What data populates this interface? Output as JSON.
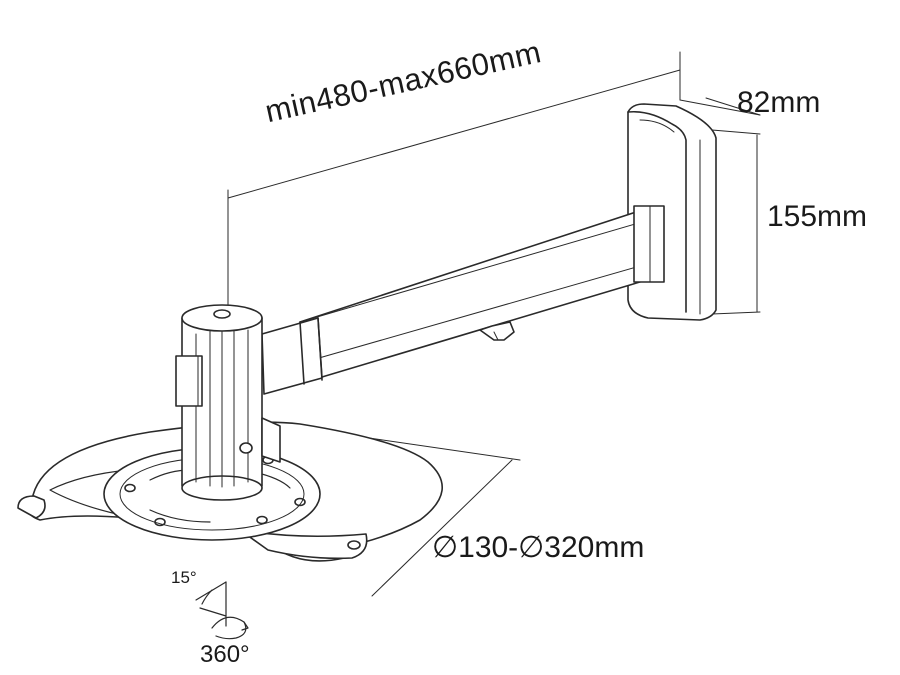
{
  "diagram": {
    "dimension_length": "min480-max660mm",
    "dimension_depth": "82mm",
    "dimension_height": "155mm",
    "dimension_plate_diameter": "∅130-∅320mm",
    "tilt_angle": "15°",
    "rotation_angle": "360°"
  },
  "colors": {
    "line": "#2a2a2a",
    "fill": "#ffffff",
    "shade": "#d9d9d9"
  }
}
